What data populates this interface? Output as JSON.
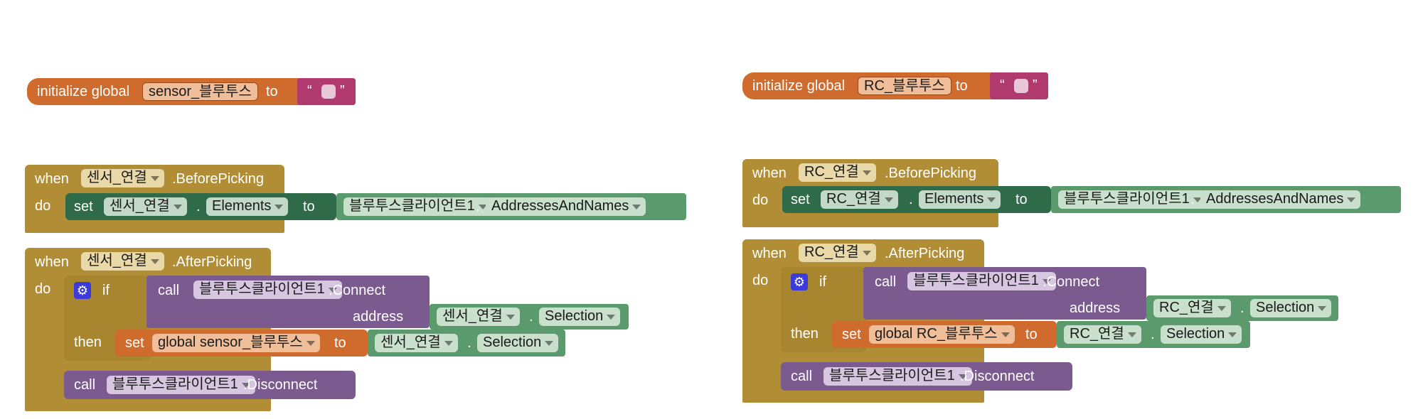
{
  "left": {
    "init": {
      "label": "initialize global",
      "var": "sensor_블루투스",
      "to": "to",
      "open_quote": "“",
      "close_quote": "”"
    },
    "before": {
      "when": "when",
      "component": "센서_연결",
      "event": ".BeforePicking",
      "do": "do",
      "set": "set",
      "set_component": "센서_연결",
      "dot": ".",
      "property": "Elements",
      "to": "to",
      "client": "블루투스클라이언트1",
      "client_property": "AddressesAndNames"
    },
    "after": {
      "when": "when",
      "component": "센서_연결",
      "event": ".AfterPicking",
      "do": "do",
      "if": "if",
      "call": "call",
      "client": "블루투스클라이언트1",
      "method": ".Connect",
      "address": "address",
      "addr_component": "센서_연결",
      "dot": ".",
      "addr_property": "Selection",
      "then": "then",
      "set": "set",
      "global_var": "global sensor_블루투스",
      "to": "to",
      "val_component": "센서_연결",
      "val_property": "Selection",
      "call2": "call",
      "client2": "블루투스클라이언트1",
      "method2": ".Disconnect"
    }
  },
  "right": {
    "init": {
      "label": "initialize global",
      "var": "RC_블루투스",
      "to": "to",
      "open_quote": "“",
      "close_quote": "”"
    },
    "before": {
      "when": "when",
      "component": "RC_연결",
      "event": ".BeforePicking",
      "do": "do",
      "set": "set",
      "set_component": "RC_연결",
      "dot": ".",
      "property": "Elements",
      "to": "to",
      "client": "블루투스클라이언트1",
      "client_property": "AddressesAndNames"
    },
    "after": {
      "when": "when",
      "component": "RC_연결",
      "event": ".AfterPicking",
      "do": "do",
      "if": "if",
      "call": "call",
      "client": "블루투스클라이언트1",
      "method": ".Connect",
      "address": "address",
      "addr_component": "RC_연결",
      "dot": ".",
      "addr_property": "Selection",
      "then": "then",
      "set": "set",
      "global_var": "global RC_블루투스",
      "to": "to",
      "val_component": "RC_연결",
      "val_property": "Selection",
      "call2": "call",
      "client2": "블루투스클라이언트1",
      "method2": ".Disconnect"
    }
  },
  "icons": {
    "gear": "gear-icon",
    "dropdown": "dropdown-arrow-icon"
  },
  "colors": {
    "event": "#b18e35",
    "setter_dark": "#2f6b48",
    "component": "#5b9a6c",
    "procedure": "#7a5a8f",
    "variable": "#cf6b2c",
    "text": "#b03a6e",
    "control_gear": "#3b3bd9"
  }
}
